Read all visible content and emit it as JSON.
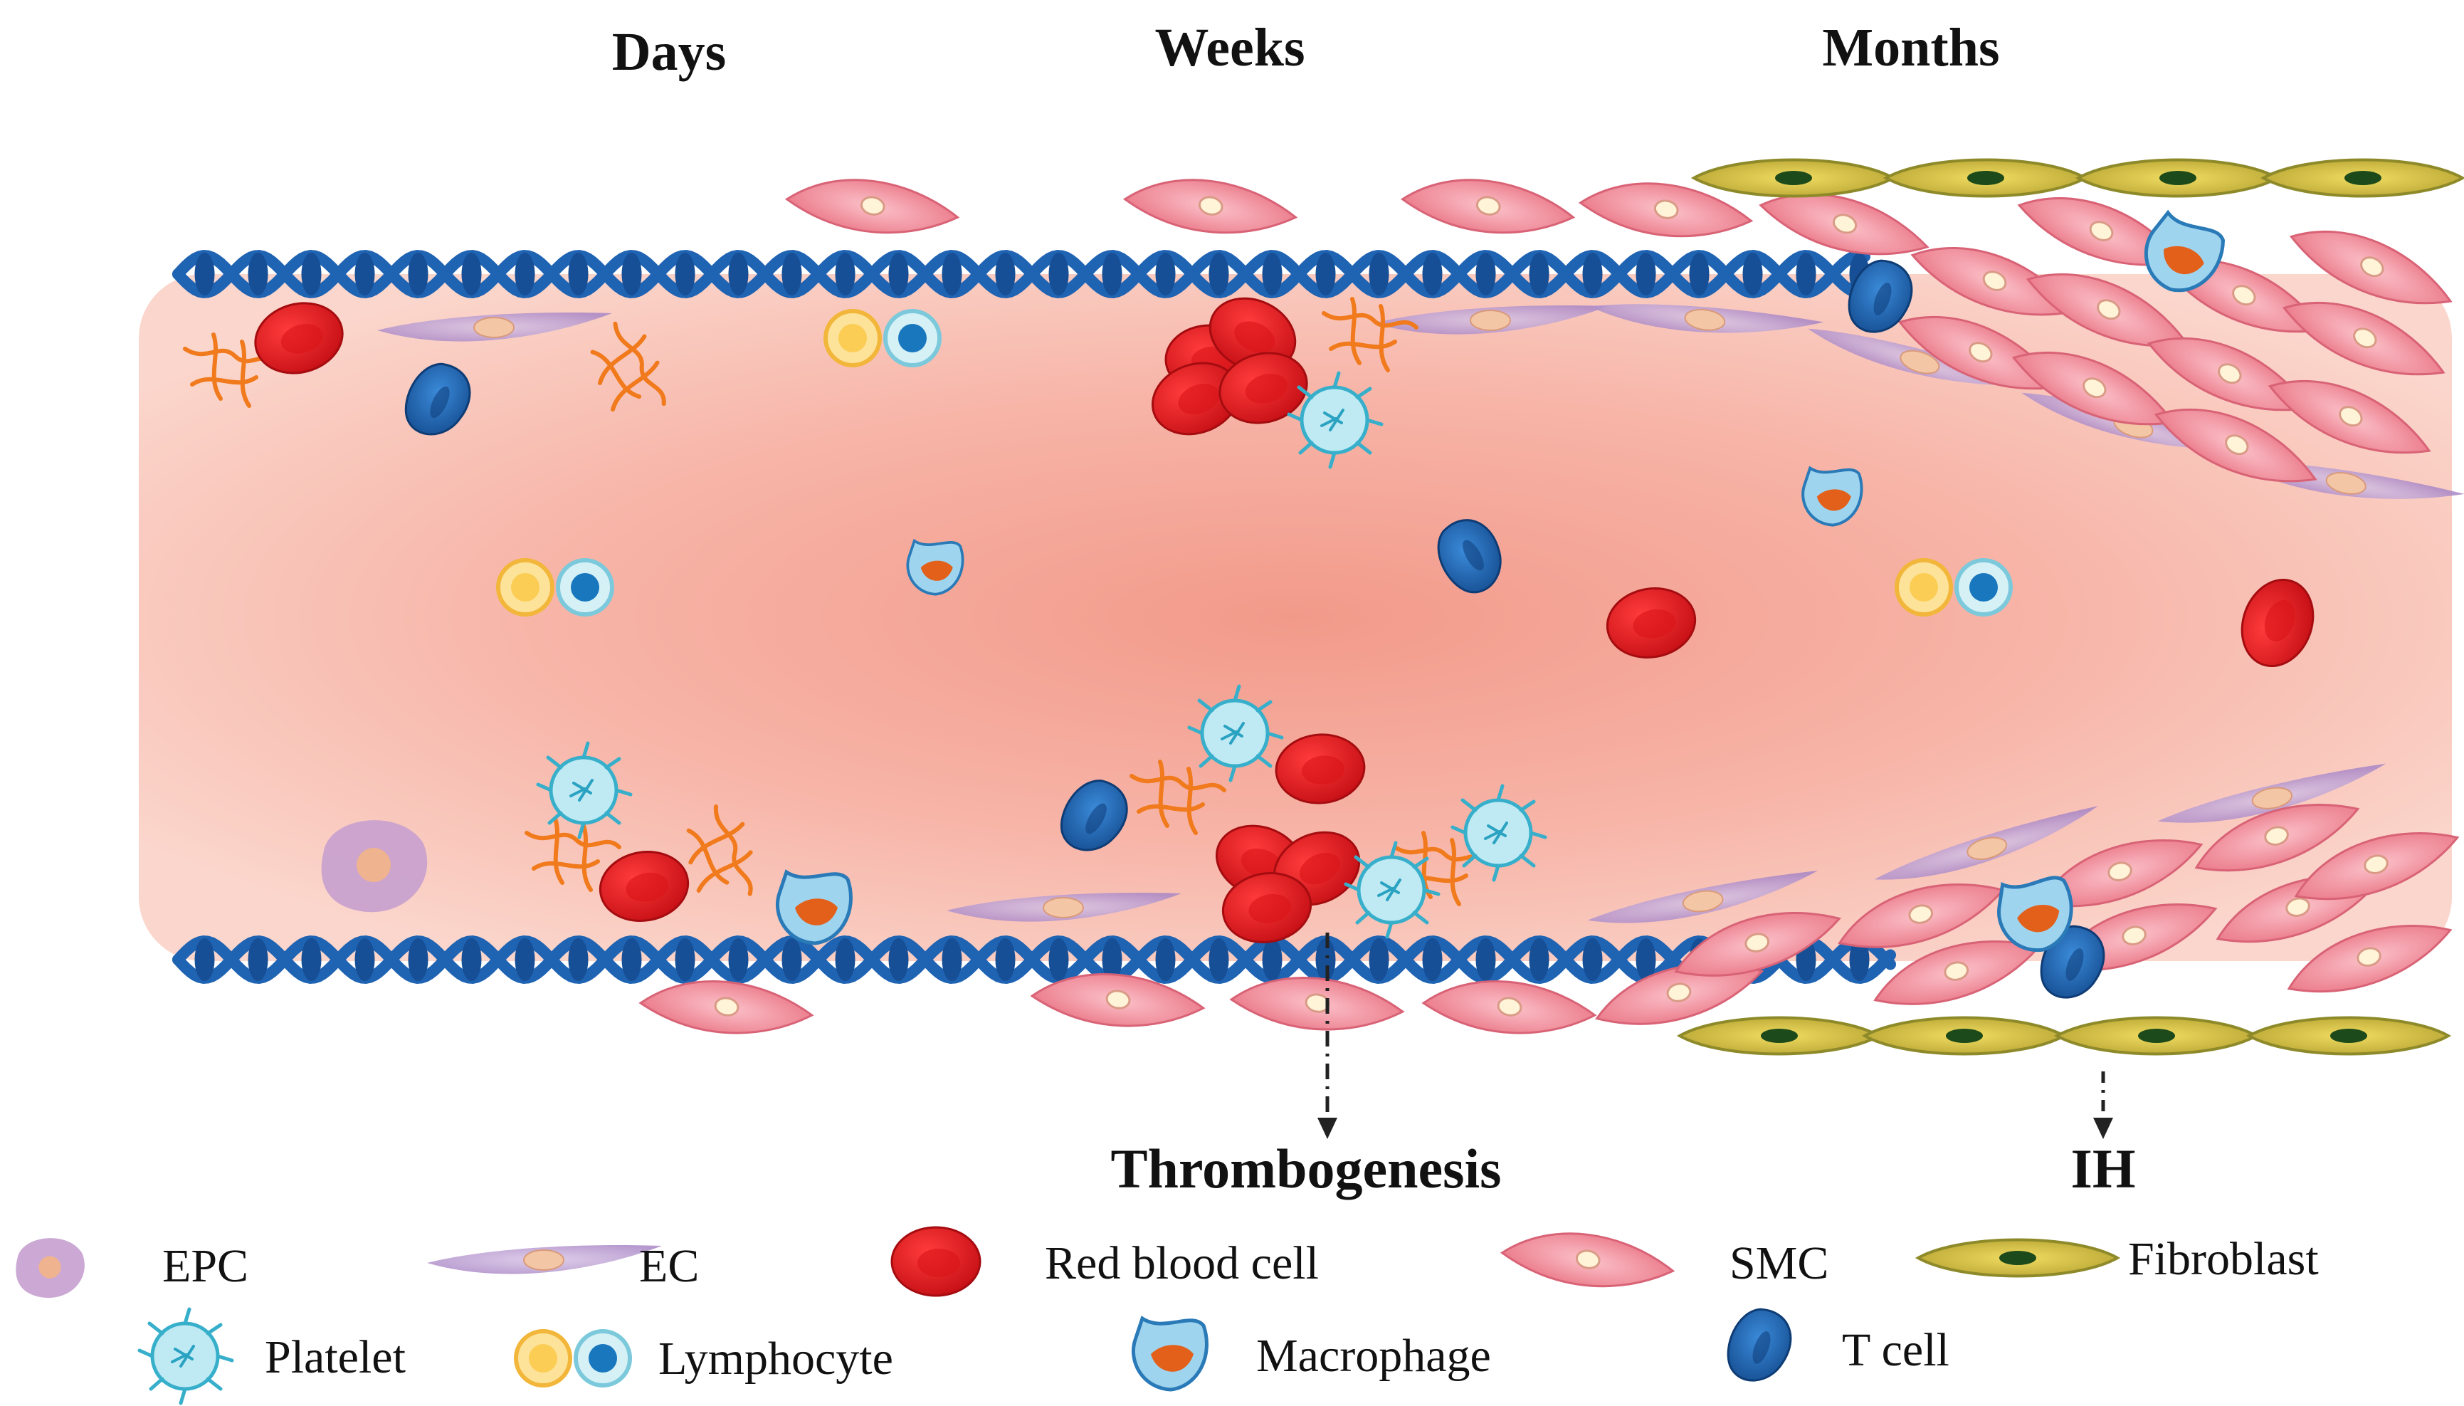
{
  "timeline": [
    "Days",
    "Weeks",
    "Months"
  ],
  "outcomes": {
    "thrombogenesis": "Thrombogenesis",
    "ih": "IH"
  },
  "legend": [
    {
      "label": "EPC",
      "icon": "epc-icon"
    },
    {
      "label": "EC",
      "icon": "ec-icon"
    },
    {
      "label": "Red blood cell",
      "icon": "red-blood-cell-icon"
    },
    {
      "label": "SMC",
      "icon": "smc-icon"
    },
    {
      "label": "Fibroblast",
      "icon": "fibroblast-icon"
    },
    {
      "label": "Platelet",
      "icon": "platelet-icon"
    },
    {
      "label": "Lymphocyte",
      "icon": "lymphocyte-icon"
    },
    {
      "label": "Macrophage",
      "icon": "macrophage-icon"
    },
    {
      "label": "T cell",
      "icon": "t-cell-icon"
    }
  ],
  "colors": {
    "lumen": "#f7b9ad",
    "lumen_center": "#f29a8a",
    "helix": "#1f63b3",
    "rbc": "#e3141b",
    "smc": "#ef8c98",
    "fibroblast": "#d7c44a",
    "ec": "#b89ad0",
    "platelet": "#5bc7d8",
    "tcell": "#1d62b0",
    "lymph_yellow": "#f9c84a",
    "macrophage": "#e8651a",
    "fibrin": "#f07a1c"
  }
}
